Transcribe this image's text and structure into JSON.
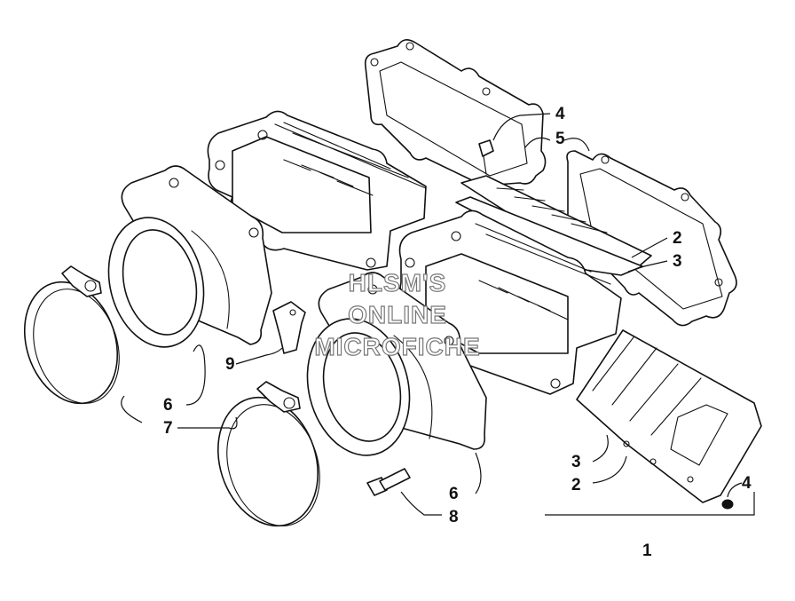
{
  "watermark": {
    "lines": [
      "HLSM'S",
      "ONLINE",
      "MICROFICHE"
    ]
  },
  "callouts": [
    {
      "id": "callout-1",
      "text": "1"
    },
    {
      "id": "callout-2-upper",
      "text": "2"
    },
    {
      "id": "callout-3-upper",
      "text": "3"
    },
    {
      "id": "callout-4-upper",
      "text": "4"
    },
    {
      "id": "callout-5",
      "text": "5"
    },
    {
      "id": "callout-6-left",
      "text": "6"
    },
    {
      "id": "callout-7",
      "text": "7"
    },
    {
      "id": "callout-9",
      "text": "9"
    },
    {
      "id": "callout-3-lower",
      "text": "3"
    },
    {
      "id": "callout-2-lower",
      "text": "2"
    },
    {
      "id": "callout-4-lower",
      "text": "4"
    },
    {
      "id": "callout-6-right",
      "text": "6"
    },
    {
      "id": "callout-8",
      "text": "8"
    }
  ]
}
